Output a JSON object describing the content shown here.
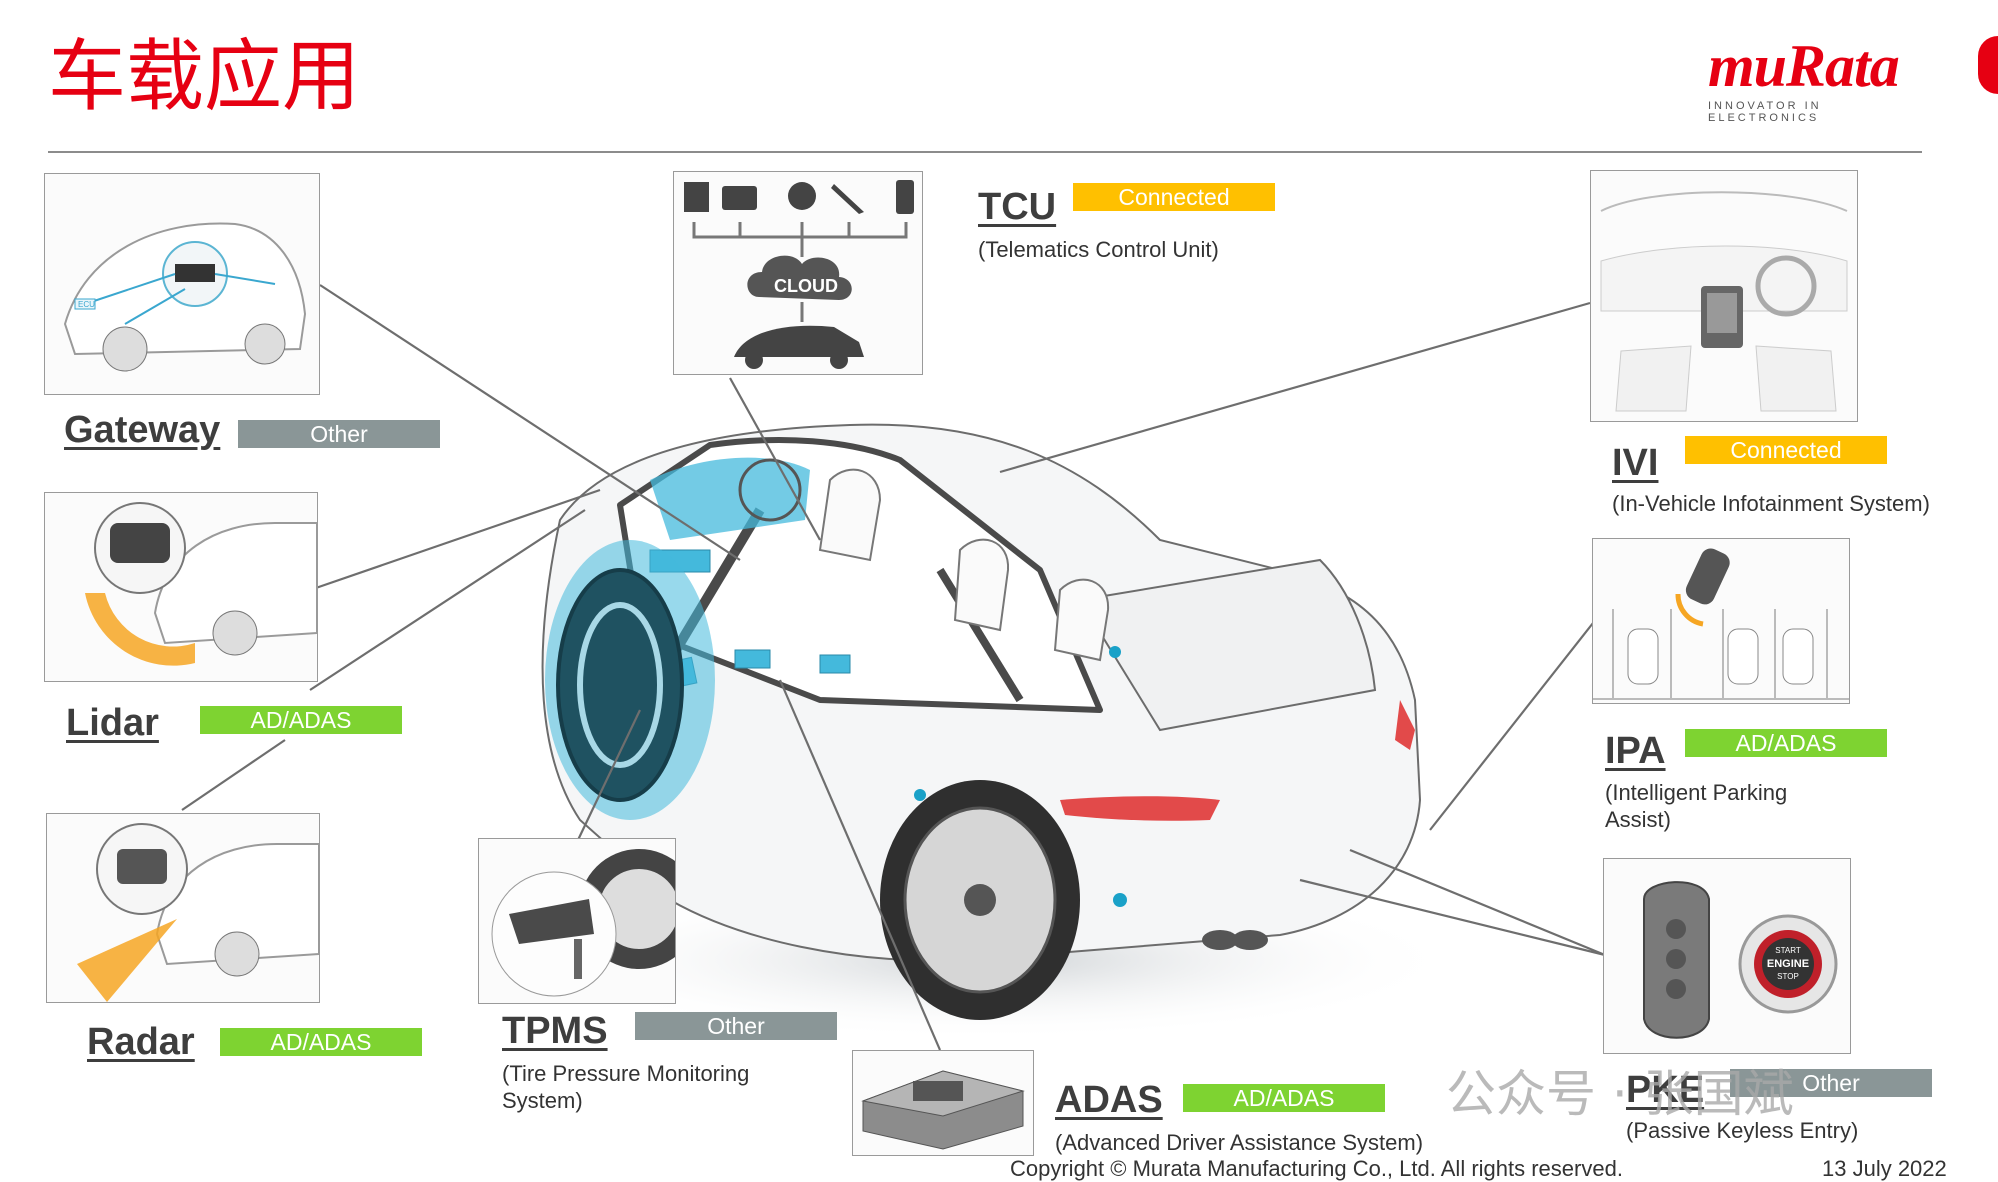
{
  "page": {
    "title": "车载应用"
  },
  "brand": {
    "name": "muRata",
    "tagline": "INNOVATOR IN ELECTRONICS",
    "color": "#e60012"
  },
  "colors": {
    "other": "#8a9697",
    "adas": "#7ed331",
    "connected": "#ffc000",
    "highlight": "#44b9dc"
  },
  "modules": {
    "gateway": {
      "label": "Gateway",
      "category": "Other"
    },
    "lidar": {
      "label": "Lidar",
      "category": "AD/ADAS"
    },
    "radar": {
      "label": "Radar",
      "category": "AD/ADAS"
    },
    "tpms": {
      "label": "TPMS",
      "category": "Other",
      "desc": "(Tire Pressure Monitoring System)"
    },
    "adas": {
      "label": "ADAS",
      "category": "AD/ADAS",
      "desc": "(Advanced Driver Assistance System)"
    },
    "tcu": {
      "label": "TCU",
      "category": "Connected",
      "desc": "(Telematics Control Unit)",
      "cloud": "CLOUD"
    },
    "ivi": {
      "label": "IVI",
      "category": "Connected",
      "desc": "(In-Vehicle Infotainment System)"
    },
    "ipa": {
      "label": "IPA",
      "category": "AD/ADAS",
      "desc": "(Intelligent Parking Assist)"
    },
    "pke": {
      "label": "PKE",
      "category": "Other",
      "desc": "(Passive Keyless Entry)",
      "button_lines": [
        "START",
        "ENGINE",
        "STOP"
      ]
    },
    "gateway_ecu": "ECU"
  },
  "footer": {
    "copyright": "Copyright © Murata Manufacturing Co., Ltd. All rights reserved.",
    "date": "13 July 2022"
  },
  "watermark": "公众号 · 张国斌"
}
